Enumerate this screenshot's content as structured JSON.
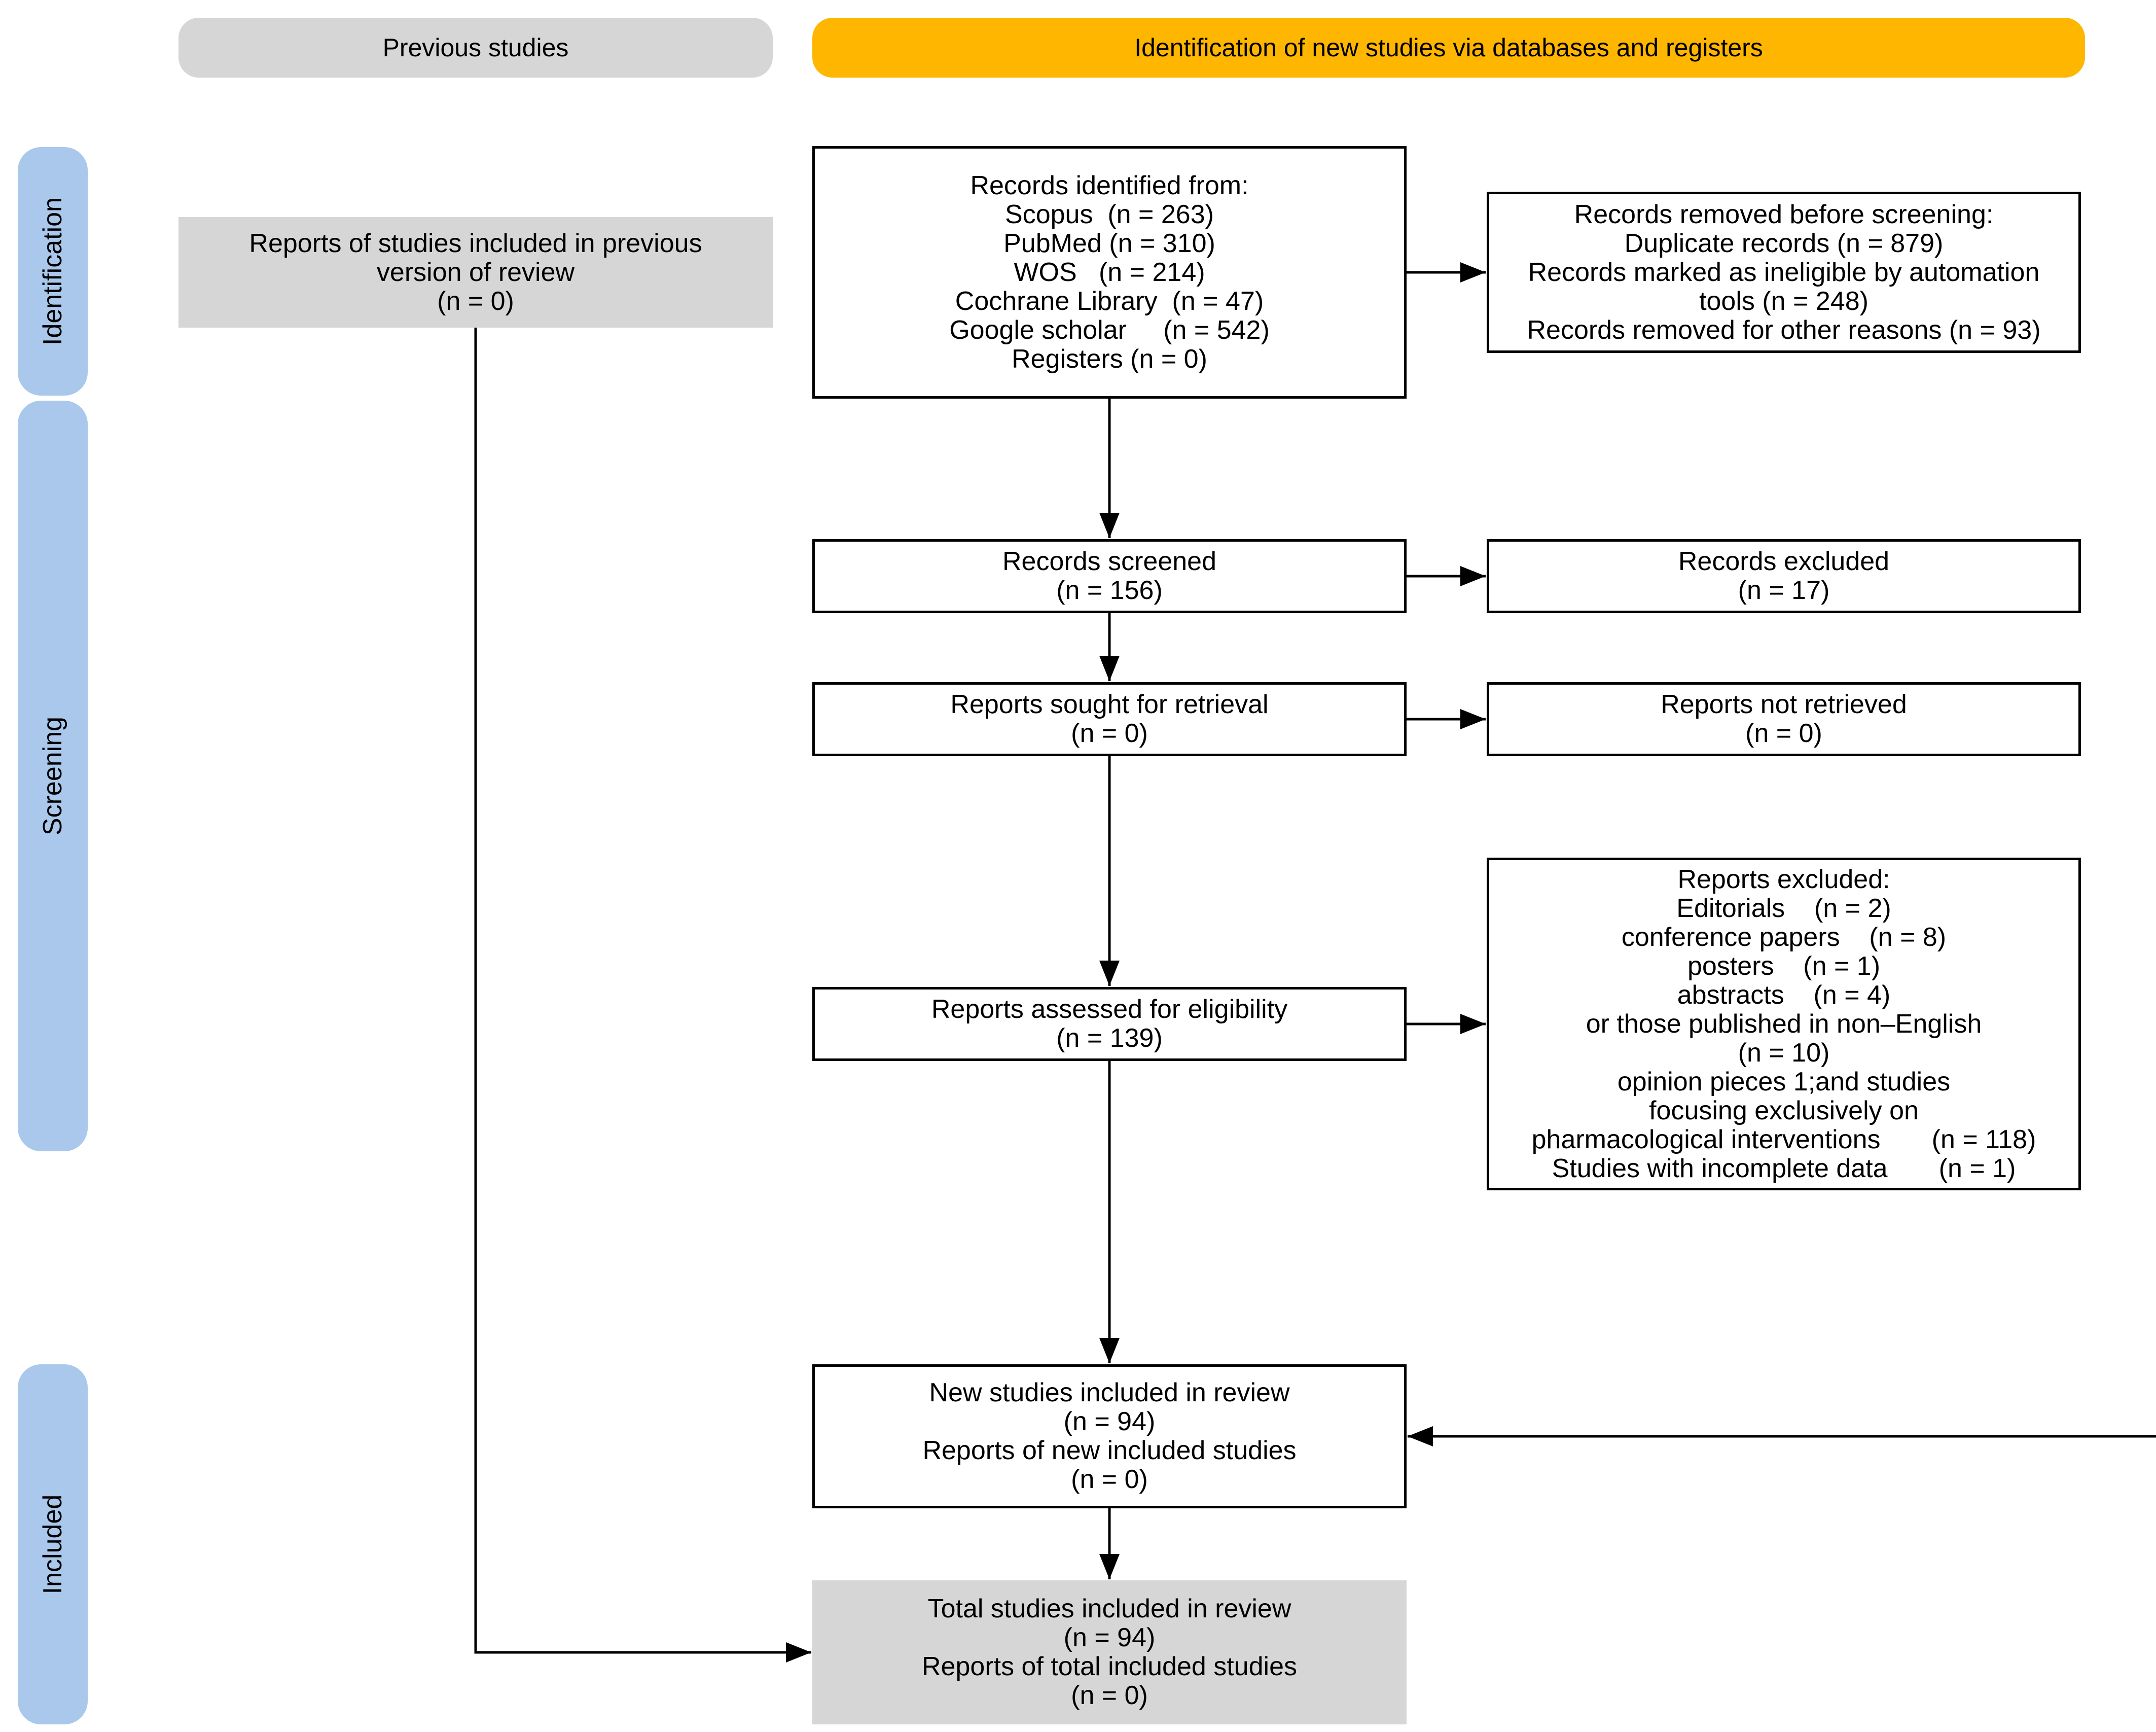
{
  "headers": {
    "previous": "Previous studies",
    "new": "Identification of new studies via databases and registers"
  },
  "stages": {
    "identification": "Identification",
    "screening": "Screening",
    "included": "Included"
  },
  "boxes": {
    "previous_reports": [
      "Reports of studies included in previous",
      "version of review",
      "(n = 0)"
    ],
    "records_identified": [
      "Records identified from:",
      "Scopus  (n = 263)",
      "PubMed (n = 310)",
      "WOS   (n = 214)",
      "Cochrane Library  (n = 47)",
      "Google scholar     (n = 542)",
      "Registers (n = 0)"
    ],
    "records_removed": [
      "Records removed before screening:",
      "Duplicate records (n = 879)",
      "Records marked as ineligible by automation",
      "tools (n = 248)",
      "Records removed for other reasons (n = 93)"
    ],
    "records_screened": [
      "Records screened",
      "(n = 156)"
    ],
    "records_excluded": [
      "Records excluded",
      "(n = 17)"
    ],
    "reports_sought": [
      "Reports sought for retrieval",
      "(n = 0)"
    ],
    "reports_not_retrieved": [
      "Reports not retrieved",
      "(n = 0)"
    ],
    "reports_assessed": [
      "Reports assessed for eligibility",
      "(n = 139)"
    ],
    "reports_excluded": [
      "Reports excluded:",
      "Editorials    (n = 2)",
      "conference papers    (n = 8)",
      "posters    (n = 1)",
      "abstracts    (n = 4)",
      "or those published in non–English",
      "(n = 10)",
      "opinion pieces 1;and studies",
      "focusing exclusively on",
      "pharmacological interventions       (n = 118)",
      "Studies with incomplete data       (n = 1)"
    ],
    "new_included": [
      "New studies included in review",
      "(n = 94)",
      "Reports of new included studies",
      "(n = 0)"
    ],
    "total_included": [
      "Total studies included in review",
      "(n = 94)",
      "Reports of total included studies",
      "(n = 0)"
    ]
  },
  "colors": {
    "previous_header": "#d6d6d6",
    "new_header": "#ffb600",
    "stage_bar": "#a9c8eb",
    "grey_box": "#d6d6d6"
  }
}
